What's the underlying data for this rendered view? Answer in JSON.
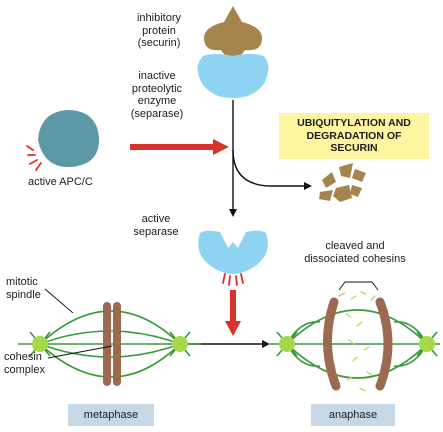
{
  "labels": {
    "securin": "inhibitory\nprotein\n(securin)",
    "separase_inactive": "inactive\nproteolytic\nenzyme\n(separase)",
    "apcc": "active APC/C",
    "separase_active": "active\nseparase",
    "cleaved": "cleaved and\ndissociated cohesins",
    "spindle": "mitotic\nspindle",
    "cohesin": "cohesin\ncomplex"
  },
  "ubiquitylation_box": "UBIQUITYLATION AND\nDEGRADATION OF\nSECURIN",
  "stages": {
    "metaphase": "metaphase",
    "anaphase": "anaphase"
  },
  "colors": {
    "securin": "#a6844e",
    "separase": "#8fd3f2",
    "apcc": "#5d98a7",
    "red_arrow": "#d8322c",
    "spindle": "#3a9a3a",
    "pole": "#a6d84a",
    "chromosome": "#9c6a50",
    "yellow_box": "#fdf5a0",
    "stage_box": "#c6d8e6"
  }
}
